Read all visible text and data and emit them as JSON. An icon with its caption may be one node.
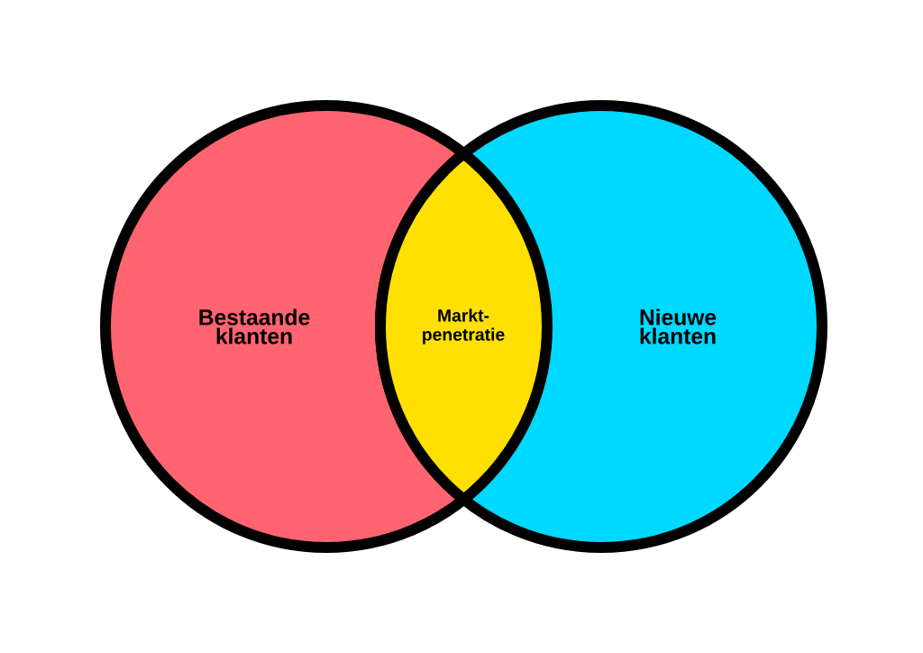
{
  "diagram": {
    "nodes": [
      {
        "text": [
          "Bestaande klanten"
        ]
      },
      {
        "text": [
          "Nieuwe klanten"
        ]
      },
      {
        "text": [
          "Markt-penetratie"
        ]
      }
    ]
  }
}
